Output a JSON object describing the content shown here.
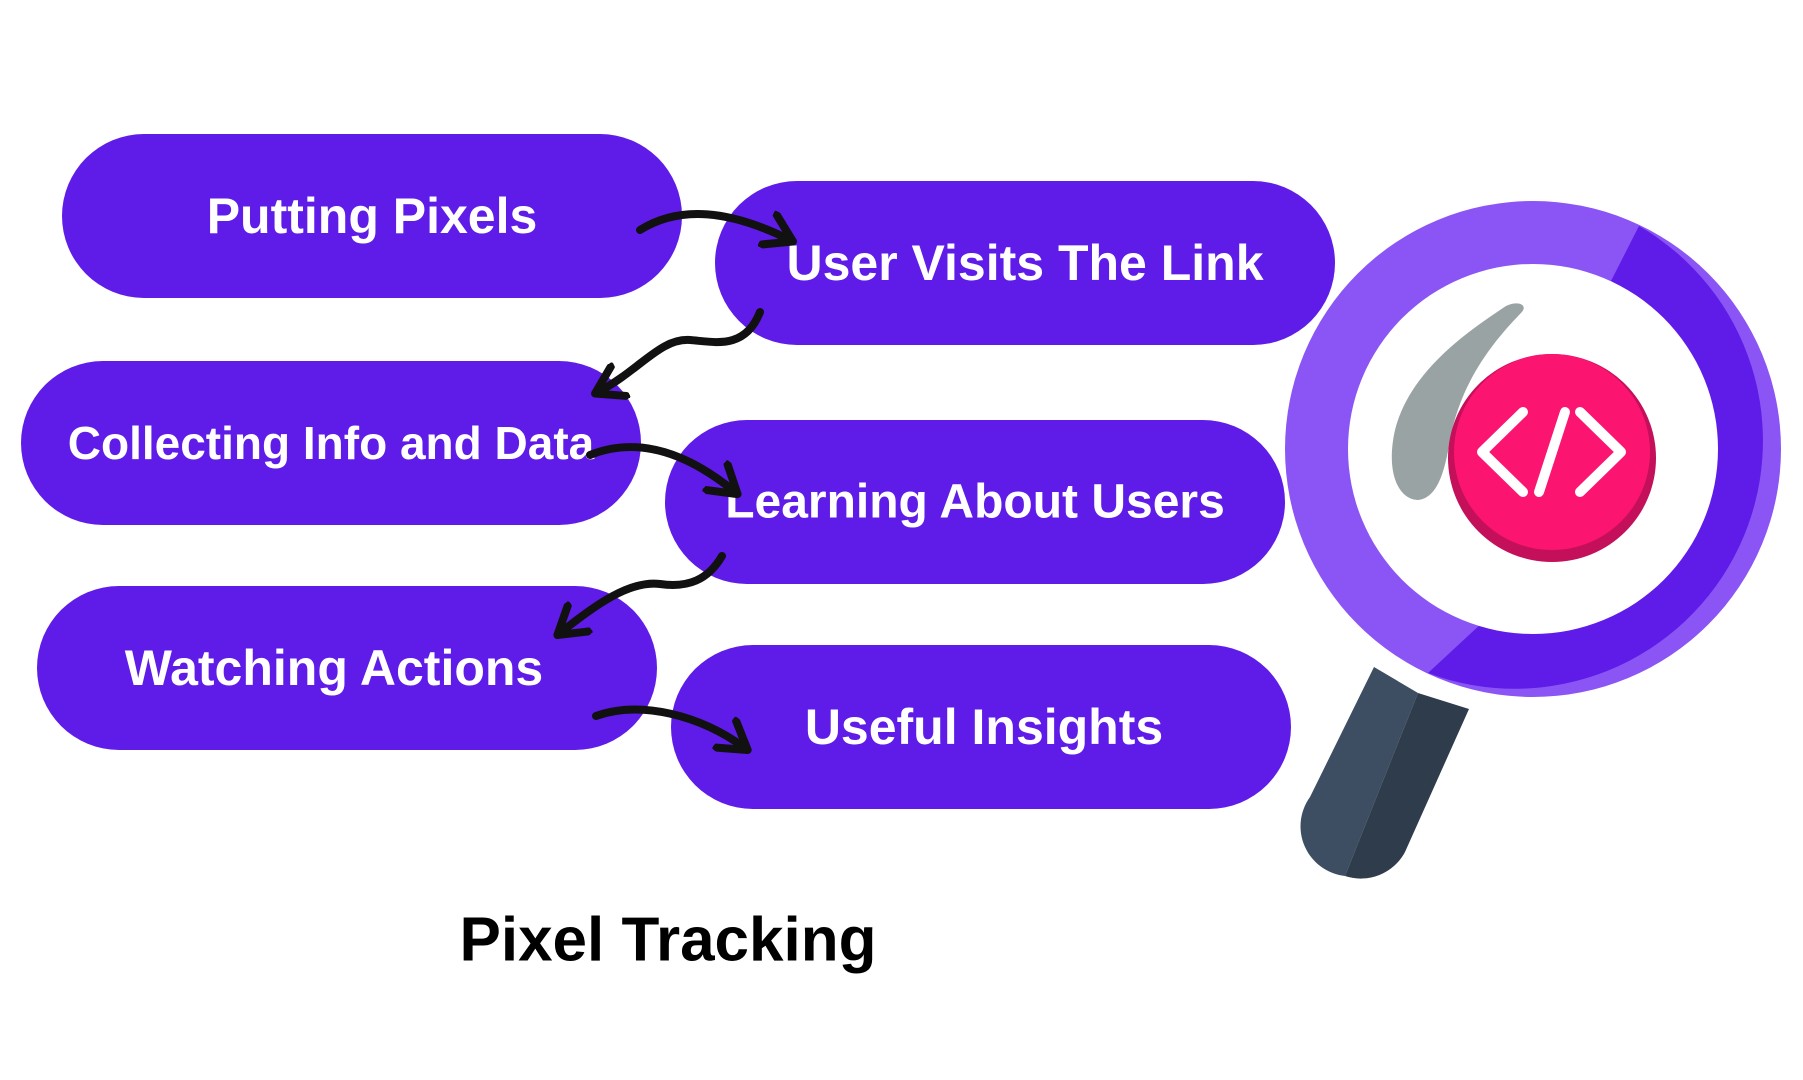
{
  "title": "Pixel Tracking",
  "steps": [
    {
      "label": "Putting Pixels"
    },
    {
      "label": "User Visits The Link"
    },
    {
      "label": "Collecting Info and Data"
    },
    {
      "label": "Learning About Users"
    },
    {
      "label": "Watching Actions"
    },
    {
      "label": "Useful Insights"
    }
  ],
  "illustration": {
    "icon": "magnifier-code-icon",
    "code_glyph": "code-brackets-icon"
  },
  "colors": {
    "pill": "#5f1be8",
    "arrow": "#111111",
    "ring_light": "#8b55f5",
    "ring_dark": "#5f1be8",
    "glass": "#ffffff",
    "code_badge": "#fb1470",
    "code_badge_shadow": "#c40f5b",
    "handle_light": "#3d4e63",
    "handle_dark": "#2f3c4c",
    "highlight": "#9aa3a3",
    "title": "#000000"
  }
}
